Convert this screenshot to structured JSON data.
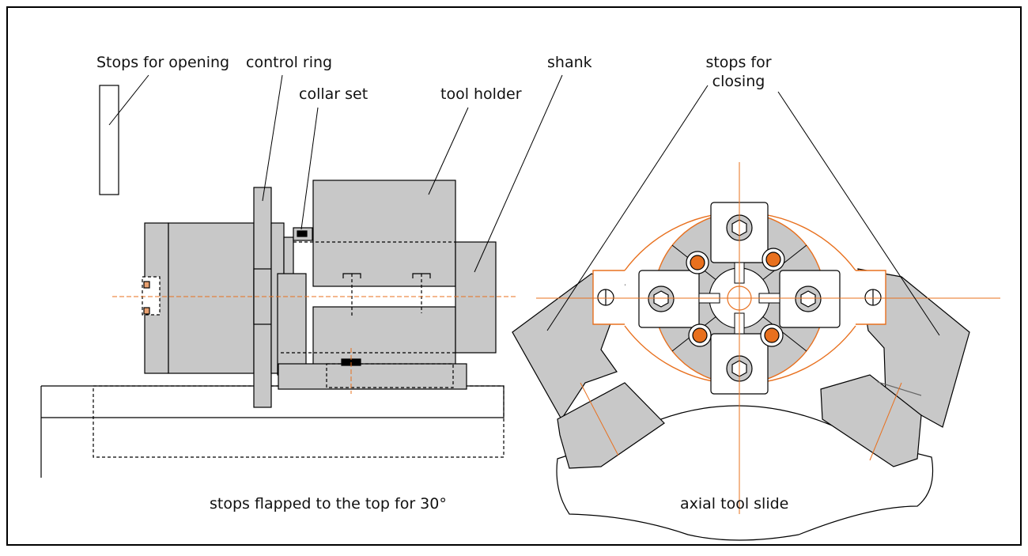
{
  "labels": {
    "stops_opening": "Stops for opening",
    "control_ring": "control ring",
    "collar_set": "collar set",
    "tool_holder": "tool holder",
    "shank": "shank",
    "stops_closing_line1": "stops for",
    "stops_closing_line2": "closing",
    "stops_flapped": "stops flapped to the top for 30°",
    "axial_tool_slide": "axial tool slide"
  },
  "colors": {
    "part_fill": "#c8c8c8",
    "outline": "#000000",
    "centerline": "#e8701e",
    "background": "#ffffff"
  }
}
